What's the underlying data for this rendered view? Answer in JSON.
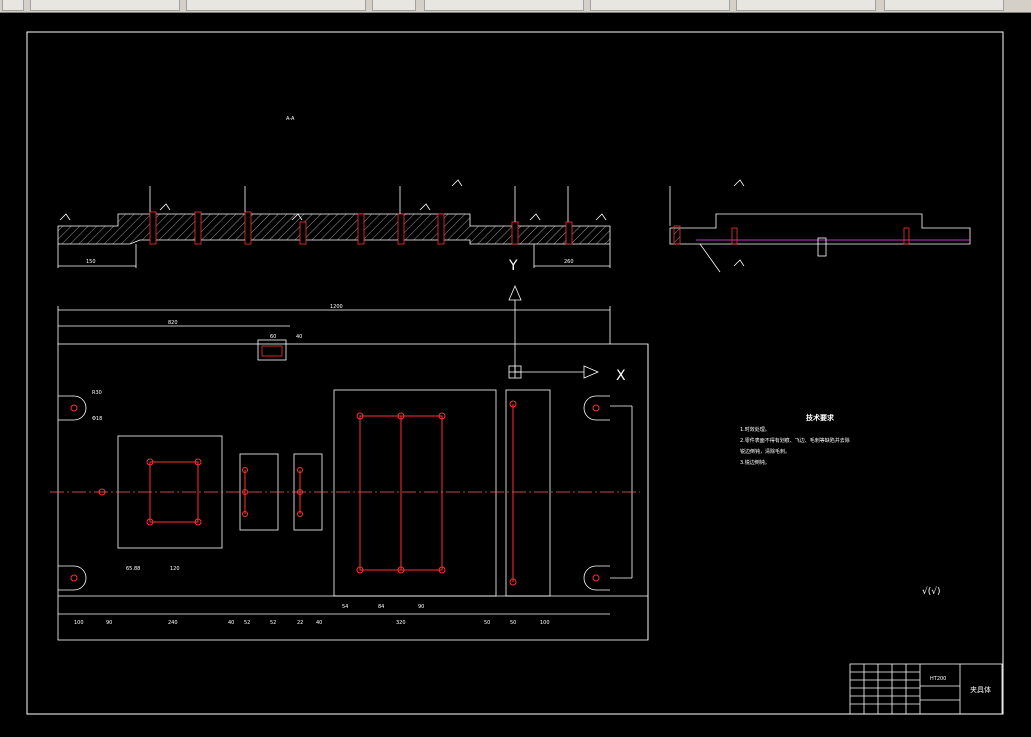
{
  "toolbar": {
    "items": [
      "",
      "",
      "",
      "",
      "",
      "",
      ""
    ]
  },
  "drawing": {
    "section_label": "A-A",
    "axis_y": "Y",
    "axis_x": "X",
    "roughness_mark": "√(√)",
    "notes_title": "技术要求",
    "notes": [
      "1.时效处理。",
      "2.零件表面不得有划痕、飞边、毛刺等缺陷并去除",
      "  锐边倒钝，清除毛刺。",
      "3.锐边倒钝。"
    ],
    "title_block": {
      "material": "HT200",
      "part_name": "夹具体"
    },
    "dims": {
      "overall_length": "1200",
      "sub_length": "820",
      "slot_w": "60",
      "slot_offset": "40",
      "left_section": "150",
      "right_section": "260",
      "d1": "100",
      "d2": "90",
      "d3": "240",
      "d4": "40",
      "d5": "52",
      "d6": "52",
      "d7": "22",
      "d8": "40",
      "d9": "320",
      "d10": "50",
      "d11": "50",
      "d12": "100",
      "d13": "65.88",
      "d14": "120",
      "d15": "54",
      "d16": "84",
      "d17": "90",
      "r1": "R30",
      "r2": "Φ18"
    },
    "colors": {
      "line": "#ffffff",
      "hole": "#ff3030",
      "center": "#ff5a5a",
      "magenta": "#ff40ff",
      "frame": "#ffffff"
    }
  }
}
